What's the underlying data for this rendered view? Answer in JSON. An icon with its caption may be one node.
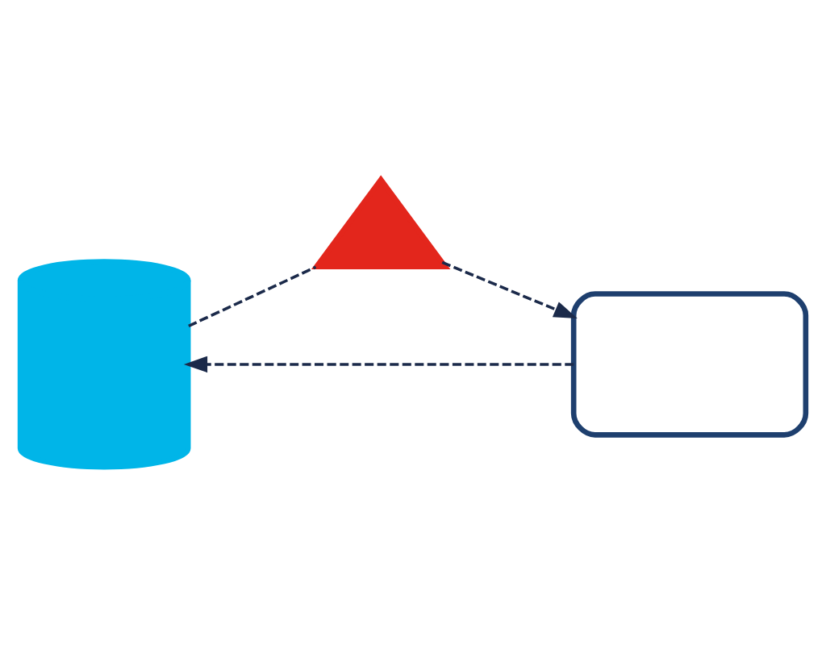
{
  "diagram": {
    "nodes": [
      {
        "text": [],
        "shape": "cylinder"
      },
      {
        "text": [],
        "shape": "triangle"
      },
      {
        "text": [],
        "shape": "box"
      }
    ],
    "edges": [
      {
        "from": 0,
        "to": 1,
        "arrow": "none",
        "style": "dashed"
      },
      {
        "from": 1,
        "to": 2,
        "arrow": "to",
        "style": "dashed"
      },
      {
        "from": 2,
        "to": 0,
        "arrow": "to",
        "style": "dashed"
      }
    ]
  }
}
